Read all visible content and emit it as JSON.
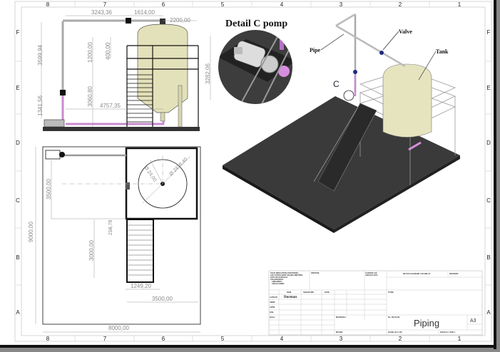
{
  "sheet": {
    "zones_top": [
      "8",
      "7",
      "6",
      "5",
      "4",
      "3",
      "2",
      "1"
    ],
    "zones_side": [
      "F",
      "E",
      "D",
      "C",
      "B",
      "A"
    ]
  },
  "front_view": {
    "dims": [
      "3243,36",
      "1614,00",
      "2200,00",
      "3599,94",
      "1200,00",
      "400,00",
      "3282,06",
      "3060,80",
      "4757,35",
      "1341,56"
    ]
  },
  "top_view": {
    "dims": [
      "Ø 24,00",
      "Ø 2438,40",
      "3500,00",
      "216,78",
      "3000,00",
      "9000,00",
      "1249,20",
      "3500,00",
      "8000,00"
    ]
  },
  "detail": {
    "title": "Detail C pomp",
    "marker": "C"
  },
  "iso_view": {
    "callouts": {
      "pipe": "Pipe",
      "valve": "Valve",
      "tank": "Tank"
    },
    "colors": {
      "tank": "#e6e4bf",
      "floor": "#3a3a3a",
      "pipe_pink": "#d88ee0",
      "valve": "#1d2a80"
    }
  },
  "title_block": {
    "notes": [
      "SAUF INDICATION CONTRAIRE:",
      "LES COTES SONT EN MILLIMETRES",
      "ETAT DE SURFACE:",
      "TOLERANCES:",
      "LINEAIRES:",
      "ANGULAIRES:"
    ],
    "finish_label": "FINITION:",
    "edges_label": [
      "CASSER LES",
      "ANGLES VIFS"
    ],
    "scale_note": "NE PAS CHANGER L'ECHELLE",
    "revision_label": "REVISION",
    "col_headers": [
      "NOM",
      "SIGNATURE",
      "DATE"
    ],
    "rows": [
      "AUTEUR",
      "VERIF.",
      "APPR.",
      "FAB.",
      "QUAL."
    ],
    "author": "Durman",
    "title_label": "TITRE:",
    "material_label": "MATERIAU:",
    "drawing_no_label": "No. DE PLAN",
    "drawing_title": "Piping",
    "size": "A3",
    "mass_label": "MASSE:",
    "scale_label": "ECHELLE:1:100",
    "sheet_label": "FEUILLE 1 SUR 1"
  }
}
